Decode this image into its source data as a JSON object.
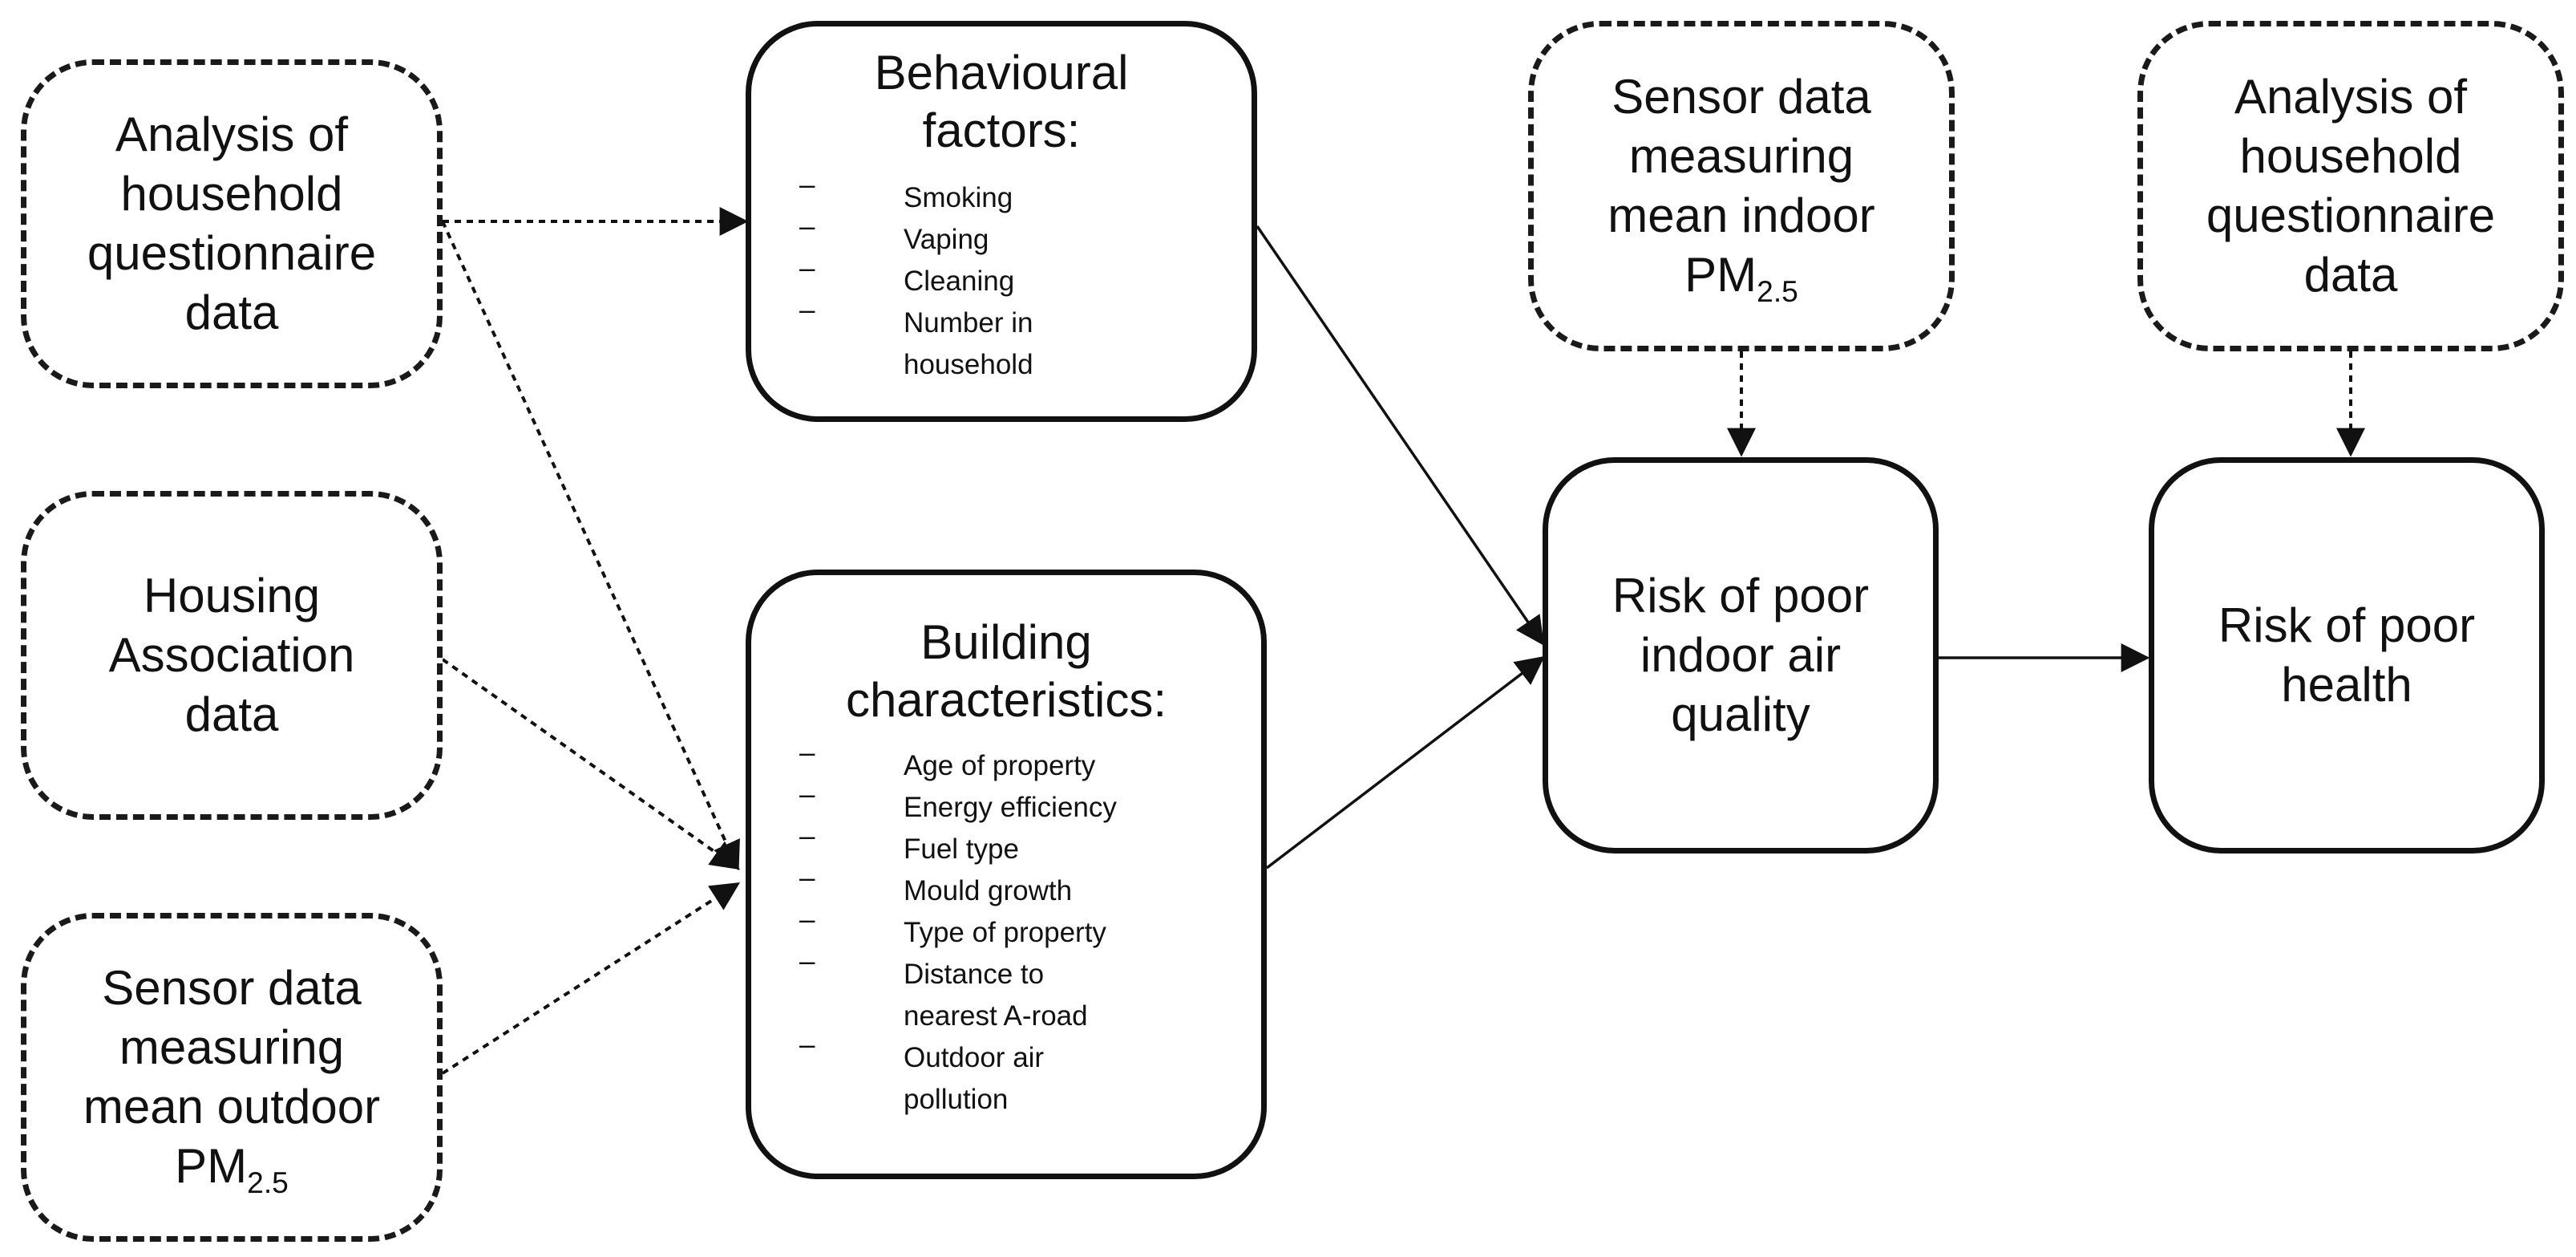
{
  "sources": {
    "questionnaire_left": [
      "Analysis of",
      "household",
      "questionnaire",
      "data"
    ],
    "housing_association": [
      "Housing",
      "Association",
      "data"
    ],
    "outdoor_sensor": {
      "lines": [
        "Sensor data",
        "measuring",
        "mean outdoor"
      ],
      "pm_label": "PM",
      "pm_sub": "2.5"
    },
    "indoor_sensor": {
      "lines": [
        "Sensor data",
        "measuring",
        "mean indoor"
      ],
      "pm_label": "PM",
      "pm_sub": "2.5"
    },
    "questionnaire_right": [
      "Analysis of",
      "household",
      "questionnaire",
      "data"
    ]
  },
  "behavioural": {
    "heading": [
      "Behavioural",
      "factors:"
    ],
    "items": [
      "Smoking",
      "Vaping",
      "Cleaning",
      "Number in household"
    ],
    "item_lines": [
      "Smoking",
      "Vaping",
      "Cleaning",
      "Number in",
      "household"
    ]
  },
  "building": {
    "heading": [
      "Building",
      "characteristics:"
    ],
    "items": [
      "Age of property",
      "Energy efficiency",
      "Fuel type",
      "Mould growth",
      "Type of property",
      "Distance to nearest A-road",
      "Outdoor air pollution"
    ],
    "item_lines": [
      "Age of property",
      "Energy efficiency",
      "Fuel type",
      "Mould growth",
      "Type of property",
      "Distance to",
      "nearest A-road",
      "Outdoor air",
      "pollution"
    ]
  },
  "outcomes": {
    "indoor_air": [
      "Risk of poor",
      "indoor air",
      "quality"
    ],
    "health": [
      "Risk of poor",
      "health"
    ]
  },
  "bullet_marker": "–",
  "colors": {
    "stroke": "#111111",
    "background": "#ffffff"
  }
}
